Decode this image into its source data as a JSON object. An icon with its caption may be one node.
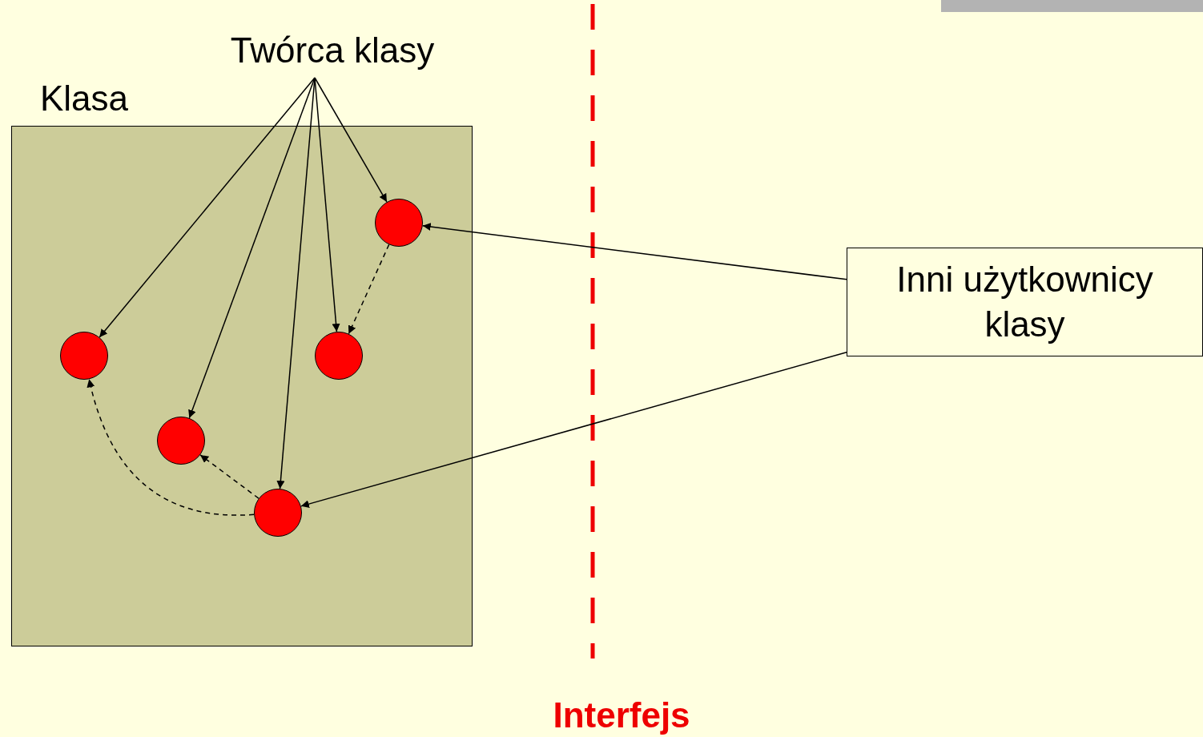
{
  "diagram": {
    "nodes": [
      {
        "text": [
          "Twórca klasy"
        ]
      },
      {
        "text": [
          "Klasa"
        ]
      },
      {
        "text": [],
        "shape": "circle",
        "in": 1
      },
      {
        "text": [],
        "shape": "circle",
        "in": 1
      },
      {
        "text": [],
        "shape": "circle",
        "in": 1
      },
      {
        "text": [],
        "shape": "circle",
        "in": 1
      },
      {
        "text": [],
        "shape": "circle",
        "in": 1
      },
      {
        "text": [
          "Inni użytkownicy klasy"
        ]
      },
      {
        "text": [],
        "shape": "bar"
      }
    ],
    "edges": [
      {
        "from": 0,
        "to": 3,
        "arrow": "to"
      },
      {
        "from": 0,
        "to": 5,
        "arrow": "to"
      },
      {
        "from": 0,
        "to": 6,
        "arrow": "to"
      },
      {
        "from": 0,
        "to": 4,
        "arrow": "to"
      },
      {
        "from": 0,
        "to": 2,
        "arrow": "to"
      },
      {
        "from": 7,
        "to": 2,
        "arrow": "to"
      },
      {
        "from": 7,
        "to": 6,
        "arrow": "to"
      },
      {
        "from": 2,
        "to": 4,
        "arrow": "to",
        "style": "dashed"
      },
      {
        "from": 6,
        "to": 5,
        "arrow": "to",
        "style": "dashed"
      },
      {
        "from": 6,
        "to": 3,
        "arrow": "to",
        "style": "dashed"
      }
    ],
    "labels": [
      "Interfejs"
    ]
  }
}
